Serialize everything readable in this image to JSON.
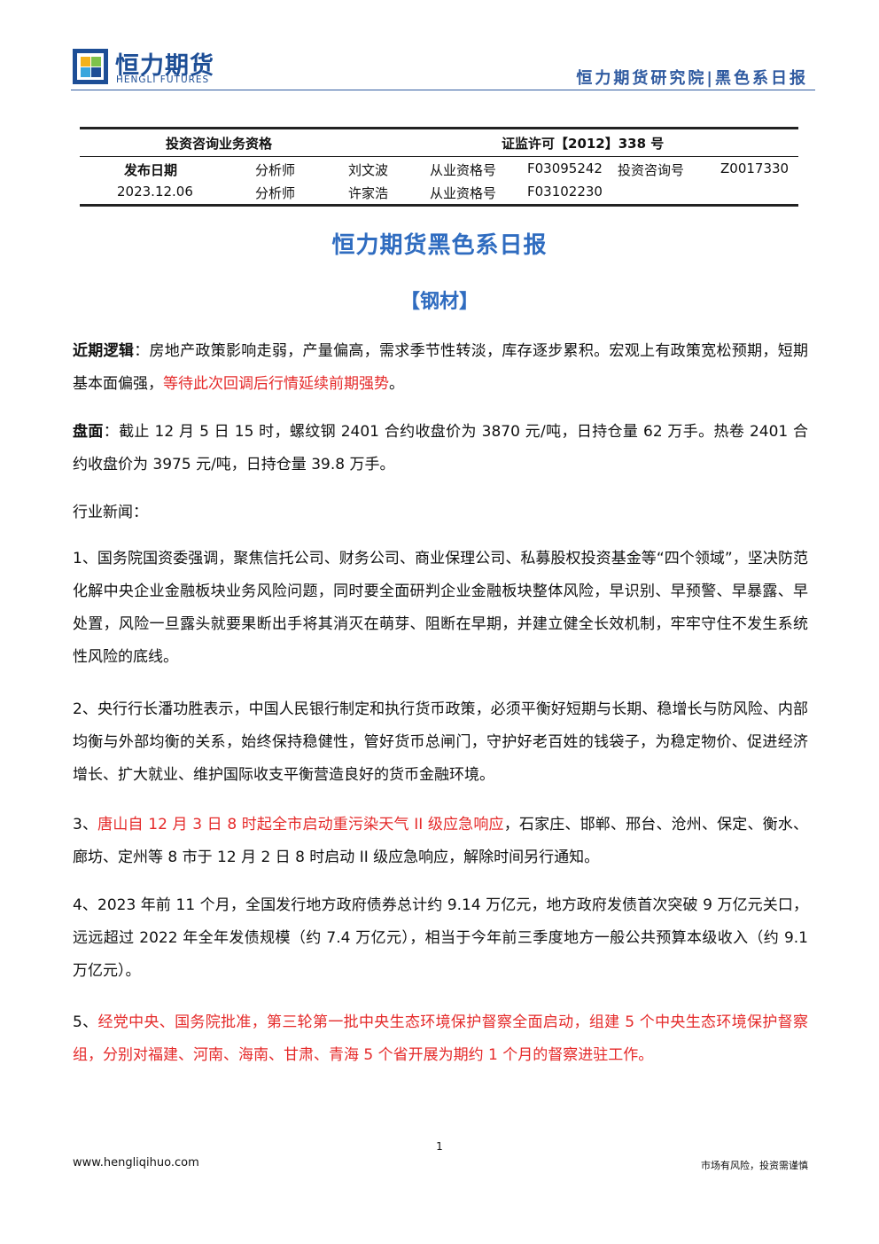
{
  "header": {
    "logo_cn": "恒力期货",
    "logo_en": "HENGLI FUTURES",
    "right_text": "恒力期货研究院|黑色系日报",
    "brand_color": "#1d4e96"
  },
  "qualification": {
    "label": "投资咨询业务资格",
    "license": "证监许可【2012】338 号"
  },
  "publish": {
    "date_label": "发布日期",
    "date": "2023.12.06"
  },
  "analysts": [
    {
      "role": "分析师",
      "name": "刘文波",
      "cert_label": "从业资格号",
      "cert": "F03095242",
      "advisory_label": "投资咨询号",
      "advisory": "Z0017330"
    },
    {
      "role": "分析师",
      "name": "许家浩",
      "cert_label": "从业资格号",
      "cert": "F03102230"
    }
  ],
  "doc_title": "恒力期货黑色系日报",
  "section_title": "【钢材】",
  "logic": {
    "label": "近期逻辑",
    "text": "：房地产政策影响走弱，产量偏高，需求季节性转淡，库存逐步累积。宏观上有政策宽松预期，短期基本面偏强，",
    "highlight": "等待此次回调后行情延续前期强势",
    "end": "。"
  },
  "market": {
    "label": "盘面",
    "text": "：截止 12 月 5 日 15 时，螺纹钢 2401 合约收盘价为 3870 元/吨，日持仓量 62 万手。热卷 2401 合约收盘价为 3975 元/吨，日持仓量 39.8 万手。"
  },
  "news_heading": "行业新闻：",
  "news": {
    "n1": "1、国务院国资委强调，聚焦信托公司、财务公司、商业保理公司、私募股权投资基金等“四个领域”，坚决防范化解中央企业金融板块业务风险问题，同时要全面研判企业金融板块整体风险，早识别、早预警、早暴露、早处置，风险一旦露头就要果断出手将其消灭在萌芽、阻断在早期，并建立健全长效机制，牢牢守住不发生系统性风险的底线。",
    "n2": "2、央行行长潘功胜表示，中国人民银行制定和执行货币政策，必须平衡好短期与长期、稳增长与防风险、内部均衡与外部均衡的关系，始终保持稳健性，管好货币总闸门，守护好老百姓的钱袋子，为稳定物价、促进经济增长、扩大就业、维护国际收支平衡营造良好的货币金融环境。",
    "n3_prefix": "3、",
    "n3_highlight": "唐山自 12 月 3 日 8 时起全市启动重污染天气 II 级应急响应",
    "n3_rest": "，石家庄、邯郸、邢台、沧州、保定、衡水、廊坊、定州等 8 市于 12 月 2 日 8 时启动 II 级应急响应，解除时间另行通知。",
    "n4": "4、2023 年前 11 个月，全国发行地方政府债券总计约 9.14 万亿元，地方政府发债首次突破 9 万亿元关口，远远超过 2022 年全年发债规模（约 7.4 万亿元），相当于今年前三季度地方一般公共预算本级收入（约 9.1 万亿元）。",
    "n5_prefix": "5、",
    "n5_highlight": "经党中央、国务院批准，第三轮第一批中央生态环境保护督察全面启动，组建 5 个中央生态环境保护督察组，分别对福建、河南、海南、甘肃、青海 5 个省开展为期约 1 个月的督察进驻工作。"
  },
  "footer": {
    "page": "1",
    "url": "www.hengliqihuo.com",
    "note": "市场有风险，投资需谨慎"
  },
  "colors": {
    "title_blue": "#2f6cc0",
    "highlight_red": "#e52a2a"
  }
}
